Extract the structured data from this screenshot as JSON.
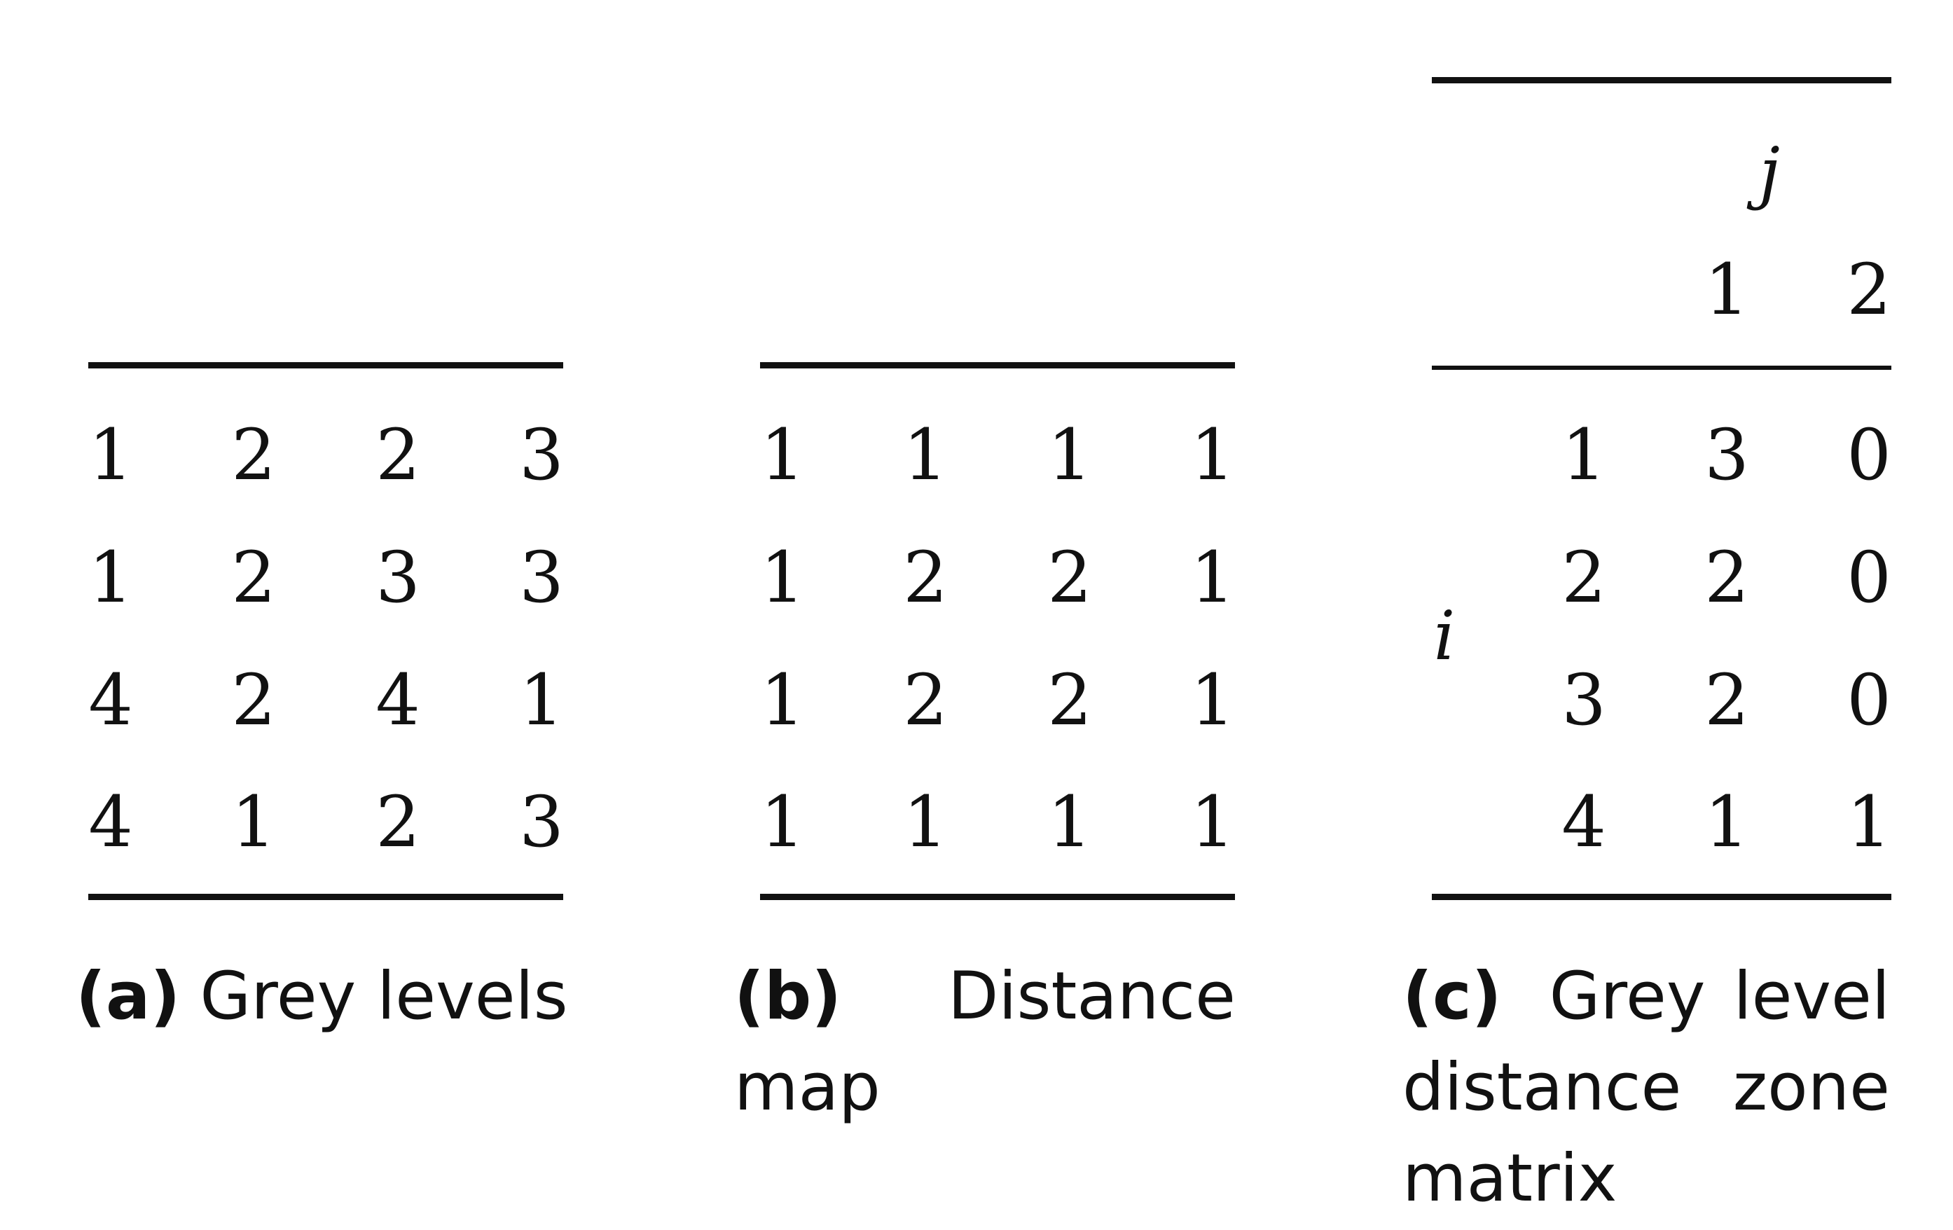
{
  "tables": [
    {
      "name": "grey-levels",
      "rows": [
        [
          "1",
          "2",
          "2",
          "3"
        ],
        [
          "1",
          "2",
          "3",
          "3"
        ],
        [
          "4",
          "2",
          "4",
          "1"
        ],
        [
          "4",
          "1",
          "2",
          "3"
        ]
      ],
      "caption_tag": "(a)",
      "caption_text": "Grey levels"
    },
    {
      "name": "distance-map",
      "rows": [
        [
          "1",
          "1",
          "1",
          "1"
        ],
        [
          "1",
          "2",
          "2",
          "1"
        ],
        [
          "1",
          "2",
          "2",
          "1"
        ],
        [
          "1",
          "1",
          "1",
          "1"
        ]
      ],
      "caption_tag": "(b)",
      "caption_line1": "Distance",
      "caption_line2": "map"
    },
    {
      "name": "gldzm",
      "col_var": "j",
      "row_var": "i",
      "col_headers": [
        "1",
        "2"
      ],
      "row_headers": [
        "1",
        "2",
        "3",
        "4"
      ],
      "rows": [
        [
          "3",
          "0"
        ],
        [
          "2",
          "0"
        ],
        [
          "2",
          "0"
        ],
        [
          "1",
          "1"
        ]
      ],
      "caption_tag": "(c)",
      "caption_line1_a": "Grey",
      "caption_line1_b": "level",
      "caption_line2_a": "distance",
      "caption_line2_b": "zone",
      "caption_line3": "matrix"
    }
  ]
}
